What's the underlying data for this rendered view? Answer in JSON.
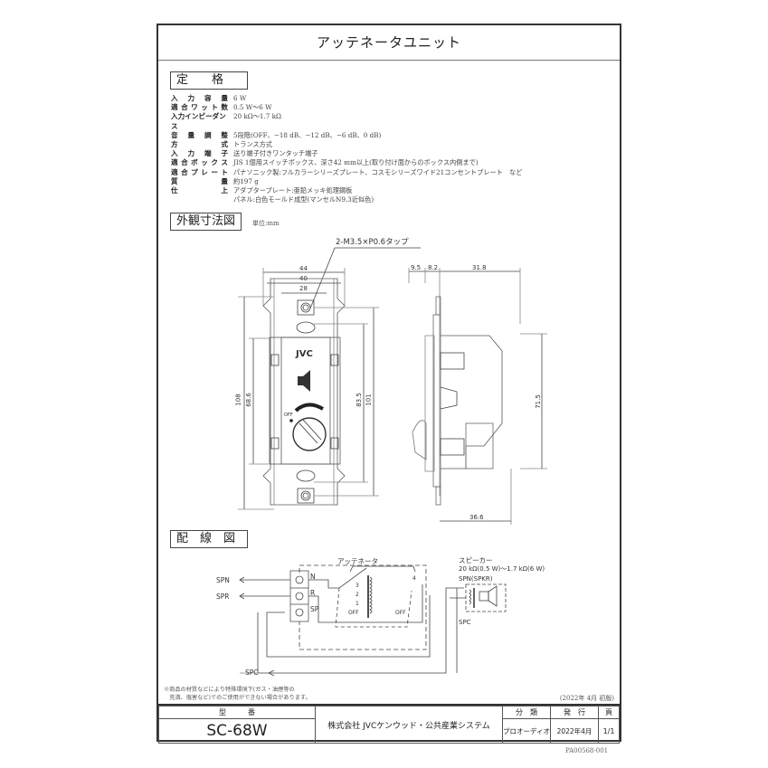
{
  "title": "アッテネータユニット",
  "sections": {
    "spec": "定　　格",
    "dimensions": "外観寸法図",
    "wiring": "配　線　図"
  },
  "spec": [
    {
      "key": [
        "入",
        "力",
        "容",
        "量"
      ],
      "value": "6 W"
    },
    {
      "key": [
        "適",
        "合",
        "ワ",
        "ッ",
        "ト",
        "数"
      ],
      "value": "0.5 W～6 W"
    },
    {
      "key": [
        "入力インピーダンス"
      ],
      "value": "20 kΩ～1.7 kΩ"
    },
    {
      "key": [
        "音",
        "量",
        "調",
        "整"
      ],
      "value": "5段階(OFF、−18 dB、−12 dB、−6 dB、0 dB)"
    },
    {
      "key": [
        "方",
        "式"
      ],
      "value": "トランス方式"
    },
    {
      "key": [
        "入",
        "力",
        "端",
        "子"
      ],
      "value": "送り端子付きワンタッチ端子"
    },
    {
      "key": [
        "適",
        "合",
        "ボ",
        "ッ",
        "ク",
        "ス"
      ],
      "value": "JIS 1個用スイッチボックス、深さ42 mm以上(取り付け面からのボックス内側まで)"
    },
    {
      "key": [
        "適",
        "合",
        "プ",
        "レ",
        "ー",
        "ト"
      ],
      "value": "パナソニック製:フルカラーシリーズプレート、コスモシリーズワイド21コンセントプレート　など"
    },
    {
      "key": [
        "質",
        "量"
      ],
      "value": "約197 g"
    },
    {
      "key": [
        "仕",
        "上"
      ],
      "value": "アダプタープレート:亜鉛メッキ処理鋼板"
    },
    {
      "key": [
        ""
      ],
      "value": "パネル:白色モールド成型(マンセルN9.3近似色)"
    }
  ],
  "dimensions": {
    "unit": "単位:mm",
    "tap_label": "2-M3.5×P0.6タップ",
    "front": {
      "w44": "44",
      "w40": "40",
      "w28": "28",
      "h108": "108",
      "h68_6": "68.6",
      "h83_5": "83.5",
      "h101": "101",
      "brand": "JVC",
      "off": "OFF"
    },
    "side": {
      "d9_5": "9.5",
      "d8_2": "8.2",
      "d31_8": "31.8",
      "h71_5": "71.5",
      "d36_6": "36.6"
    }
  },
  "wiring": {
    "attenuator_label": "アッテネータ",
    "speaker_label": "スピーカー",
    "speaker_range": "20 kΩ(0.5 W)～1.7 kΩ(6 W)",
    "spn_spkr": "SPN(SPKR)",
    "spc_small": "SPC",
    "terminals": [
      "N",
      "R",
      "SP"
    ],
    "lines": [
      "SPN",
      "SPR",
      "SPC"
    ],
    "taps": [
      "4",
      "3",
      "2",
      "1",
      "OFF"
    ]
  },
  "footnote": [
    "※商品の材質などにより特殊環境下(ガス・油煙等の",
    "　充満、塩害など)でのご使用ができない場合があります。"
  ],
  "edition": "(2022年 4月 初版)",
  "footer": {
    "model_header": "型　　　番",
    "model": "SC-68W",
    "company": "株式会社 JVCケンウッド・公共産業システム",
    "category_header": "分　類",
    "category": "プロオーディオ",
    "issue_header": "発　行",
    "issue": "2022年4月",
    "page_header": "頁",
    "page": "1/1"
  },
  "doc_number": "PA00568-001"
}
